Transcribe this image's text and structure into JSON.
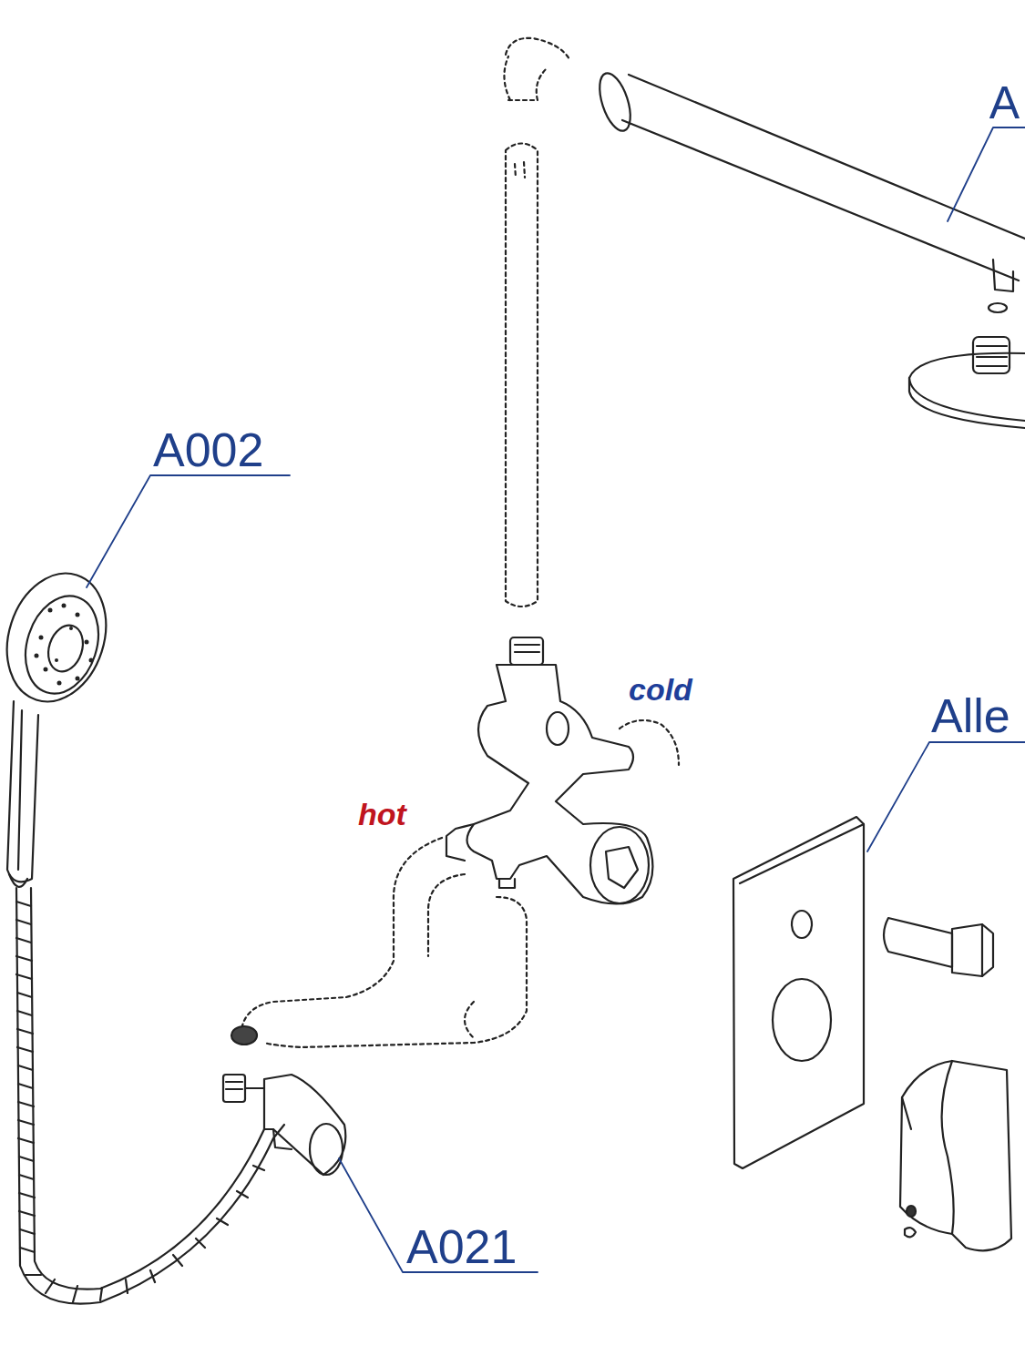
{
  "diagram": {
    "labels": [
      "A",
      "A002",
      "cold",
      "hot",
      "Alle",
      "A021"
    ]
  }
}
